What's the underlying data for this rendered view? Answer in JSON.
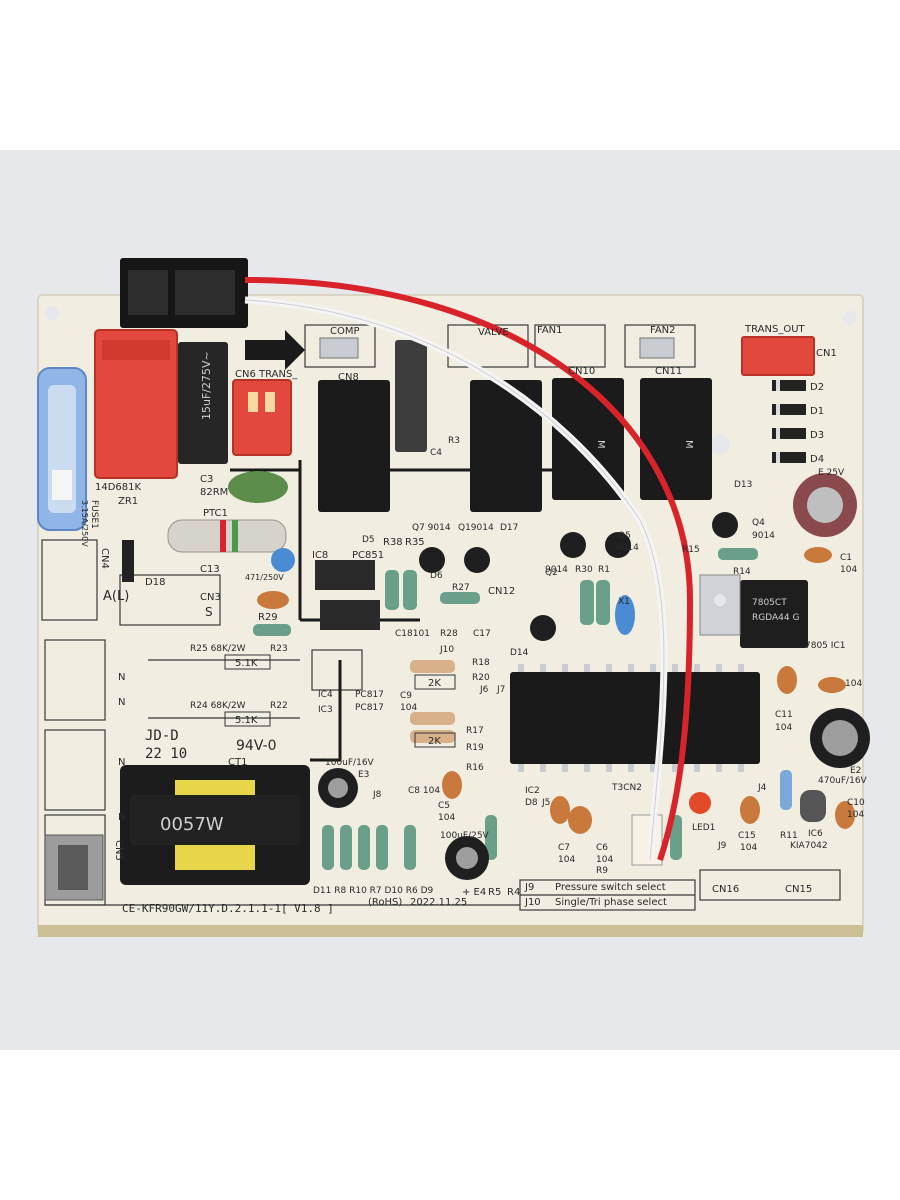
{
  "board": {
    "model": "CE-KFR90GW/11Y.D.2.1.1-1[ V1.8 ]",
    "rohs": "(RoHS)",
    "date": "2022.11.25",
    "ul_mark": "94V-0",
    "jd_mark": "JD-D",
    "date_code": "22 10"
  },
  "connectors": {
    "comp": "COMP",
    "valve": "VALVE",
    "fan1": "FAN1",
    "fan2": "FAN2",
    "trans_out": "TRANS_OUT",
    "cn6_trans": "CN6 TRANS_",
    "cn1": "CN1",
    "cn8": "CN8",
    "cn10": "CN10",
    "cn11": "CN11",
    "cn12": "CN12",
    "cn15": "CN15",
    "cn16": "CN16",
    "cn5": "CN5",
    "cn4": "CN4"
  },
  "labels": {
    "varistor": "14D681K",
    "zr1": "ZR1",
    "fuse": "FUSE1",
    "fuse_rating": "3.15A/250V",
    "cap_c3": "C3",
    "cap_c3_val": "82RM",
    "ptc": "PTC1",
    "c13": "C13",
    "c13_val": "471/250V",
    "d18": "D18",
    "cn3": "CN3",
    "al": "A(L)",
    "s": "S",
    "r29": "R29",
    "r25": "R25 68K/2W",
    "r23": "R23",
    "r24": "R24 68K/2W",
    "r22": "R22",
    "val_51k_a": "5.1K",
    "val_51k_b": "5.1K",
    "n": "N",
    "ct1": "CT1",
    "transformer_mark": "0057W",
    "ic8": "IC8",
    "pc851": "PC851",
    "r38": "R38",
    "r35": "R35",
    "q7": "Q7 9014",
    "q1": "Q19014",
    "d17": "D17",
    "d5": "D5",
    "d6": "D6",
    "r27": "R27",
    "r28": "R28",
    "c18": "C18101",
    "c17": "C17",
    "pc817a": "PC817",
    "pc817b": "PC817",
    "ic4": "IC4",
    "ic3": "IC3",
    "c9": "C9",
    "c9_val": "104",
    "c8": "C8 104",
    "r18": "R18",
    "r20": "R20",
    "r17": "R17",
    "r19": "R19",
    "r16": "R16",
    "val_2k_a": "2K",
    "val_2k_b": "2K",
    "j10": "J10",
    "j6": "J6",
    "j7": "J7",
    "j8": "J8",
    "e3": "E3",
    "e3_val": "100uF/16V",
    "c5": "C5",
    "c5_val": "104",
    "e4_val": "100uF/25V",
    "e4": "+ E4",
    "r5": "R5",
    "r4": "R4",
    "r_list": "D11 R8 R10 R7 D10 R6 D9",
    "ic2": "IC2",
    "d8": "D8",
    "j5": "J5",
    "c7": "C7",
    "c7_val": "104",
    "c6": "C6",
    "c6_val": "104",
    "r9": "R9",
    "t3": "T3CN2",
    "led1": "LED1",
    "c15": "C15",
    "c15_val": "104",
    "r11": "R11",
    "ic6": "IC6",
    "kia": "KIA7042",
    "j9": "J9",
    "j9_text": "Pressure    switch  select",
    "j10b": "J10",
    "j10_text": "Single/Tri      phase  select",
    "q2": "Q2",
    "q2_val": "9014",
    "r30": "R30",
    "r1": "R1",
    "q5": "Q5",
    "q5_val": "9014",
    "r15": "R15",
    "q4": "Q4",
    "q4_val": "9014",
    "d13": "D13",
    "r14": "R14",
    "d1": "D1",
    "d2": "D2",
    "d3": "D3",
    "d4": "D4",
    "e1_val": "E 25V",
    "c1": "C1",
    "c1_val": "104",
    "reg_label": "7805  IC1",
    "reg_text1": "7805CT",
    "reg_text2": "RGDA44 G",
    "c11": "C11",
    "c11_val": "104",
    "e2": "E2",
    "e2_val": "470uF/16V",
    "c10": "C10",
    "c10_val": "104",
    "j4": "J4",
    "c4": "C4",
    "r3": "R3",
    "x1": "X1",
    "c3_cap_text": "15uF/275V~",
    "relay_brand": "M",
    "d14": "D14",
    "c104": "104"
  },
  "colors": {
    "pcb": "#f1ede1",
    "relay": "#1b1b1b",
    "red_wire": "#d8232a",
    "white_wire": "#f4f4f4",
    "connector_red": "#e2483b",
    "fuse_blue": "#8fb6e6"
  }
}
